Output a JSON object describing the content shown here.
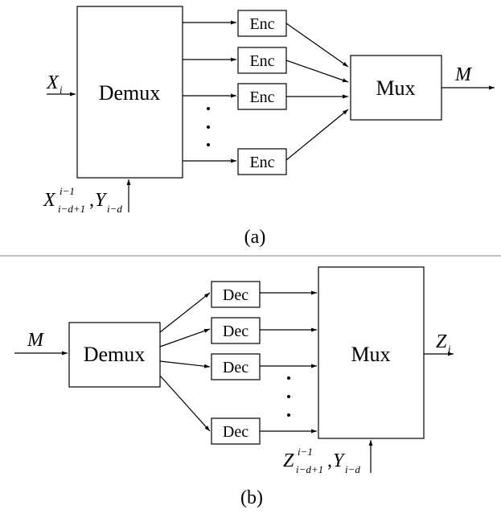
{
  "panel_a": {
    "caption": "(a)",
    "input_label": "X",
    "input_sub": "i",
    "side_sup": "i−1",
    "side_sub1": "i−d+1",
    "side_mid": ",",
    "side_Y": "Y",
    "side_sub2": "i−d",
    "side_X": "X",
    "demux_label": "Demux",
    "encoders": [
      "Enc",
      "Enc",
      "Enc",
      "Enc"
    ],
    "mux_label": "Mux",
    "output_label": "M"
  },
  "panel_b": {
    "caption": "(b)",
    "input_label": "M",
    "demux_label": "Demux",
    "decoders": [
      "Dec",
      "Dec",
      "Dec",
      "Dec"
    ],
    "mux_label": "Mux",
    "output_label": "Z",
    "output_sub": "i",
    "side_Z": "Z",
    "side_sup": "i−1",
    "side_sub1": "i−d+1",
    "side_mid": ",",
    "side_Y": "Y",
    "side_sub2": "i−d"
  },
  "colors": {
    "stroke": "#000000",
    "divider": "#999999",
    "background": "#ffffff"
  }
}
